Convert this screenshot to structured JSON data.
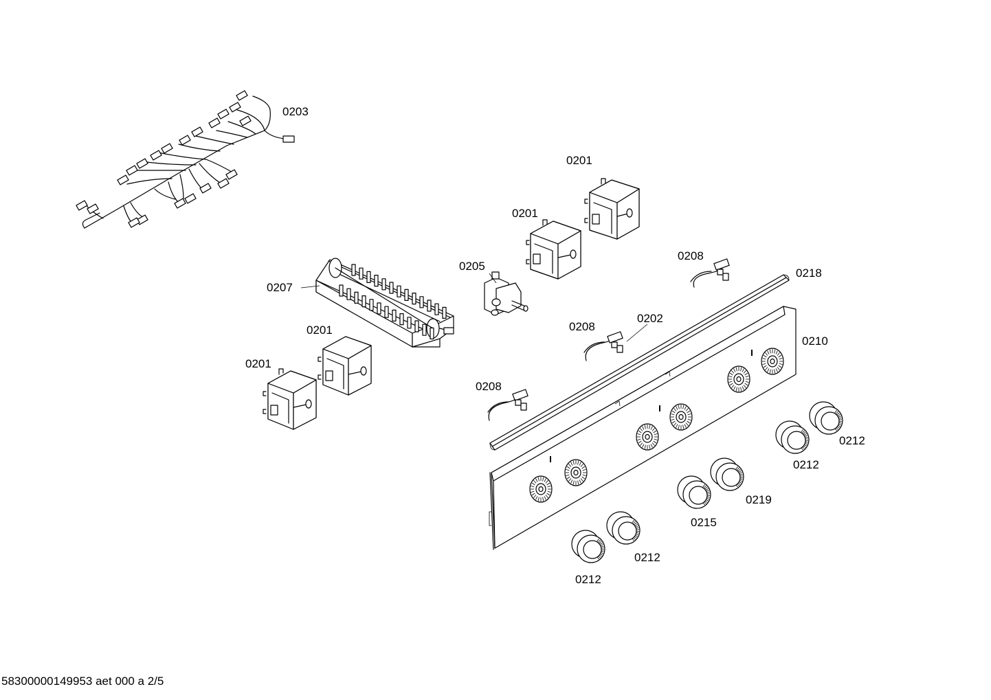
{
  "diagram": {
    "callouts": [
      {
        "id": "harness",
        "text": "0203"
      },
      {
        "id": "thermostat-a",
        "text": "0201"
      },
      {
        "id": "thermostat-b",
        "text": "0201"
      },
      {
        "id": "thermostat-c",
        "text": "0201"
      },
      {
        "id": "thermostat-d",
        "text": "0201"
      },
      {
        "id": "valve",
        "text": "0205"
      },
      {
        "id": "selector-switch",
        "text": "0207"
      },
      {
        "id": "lamp-a",
        "text": "0208"
      },
      {
        "id": "lamp-b",
        "text": "0208"
      },
      {
        "id": "lamp-c",
        "text": "0208"
      },
      {
        "id": "clip",
        "text": "0202"
      },
      {
        "id": "trim-strip",
        "text": "0218"
      },
      {
        "id": "panel",
        "text": "0210"
      },
      {
        "id": "knob-a",
        "text": "0212"
      },
      {
        "id": "knob-b",
        "text": "0212"
      },
      {
        "id": "knob-c",
        "text": "0212"
      },
      {
        "id": "knob-d",
        "text": "0212"
      },
      {
        "id": "knob-e",
        "text": "0215"
      },
      {
        "id": "knob-f",
        "text": "0219"
      }
    ],
    "footer": "58300000149953 aet 000 a 2/5"
  }
}
